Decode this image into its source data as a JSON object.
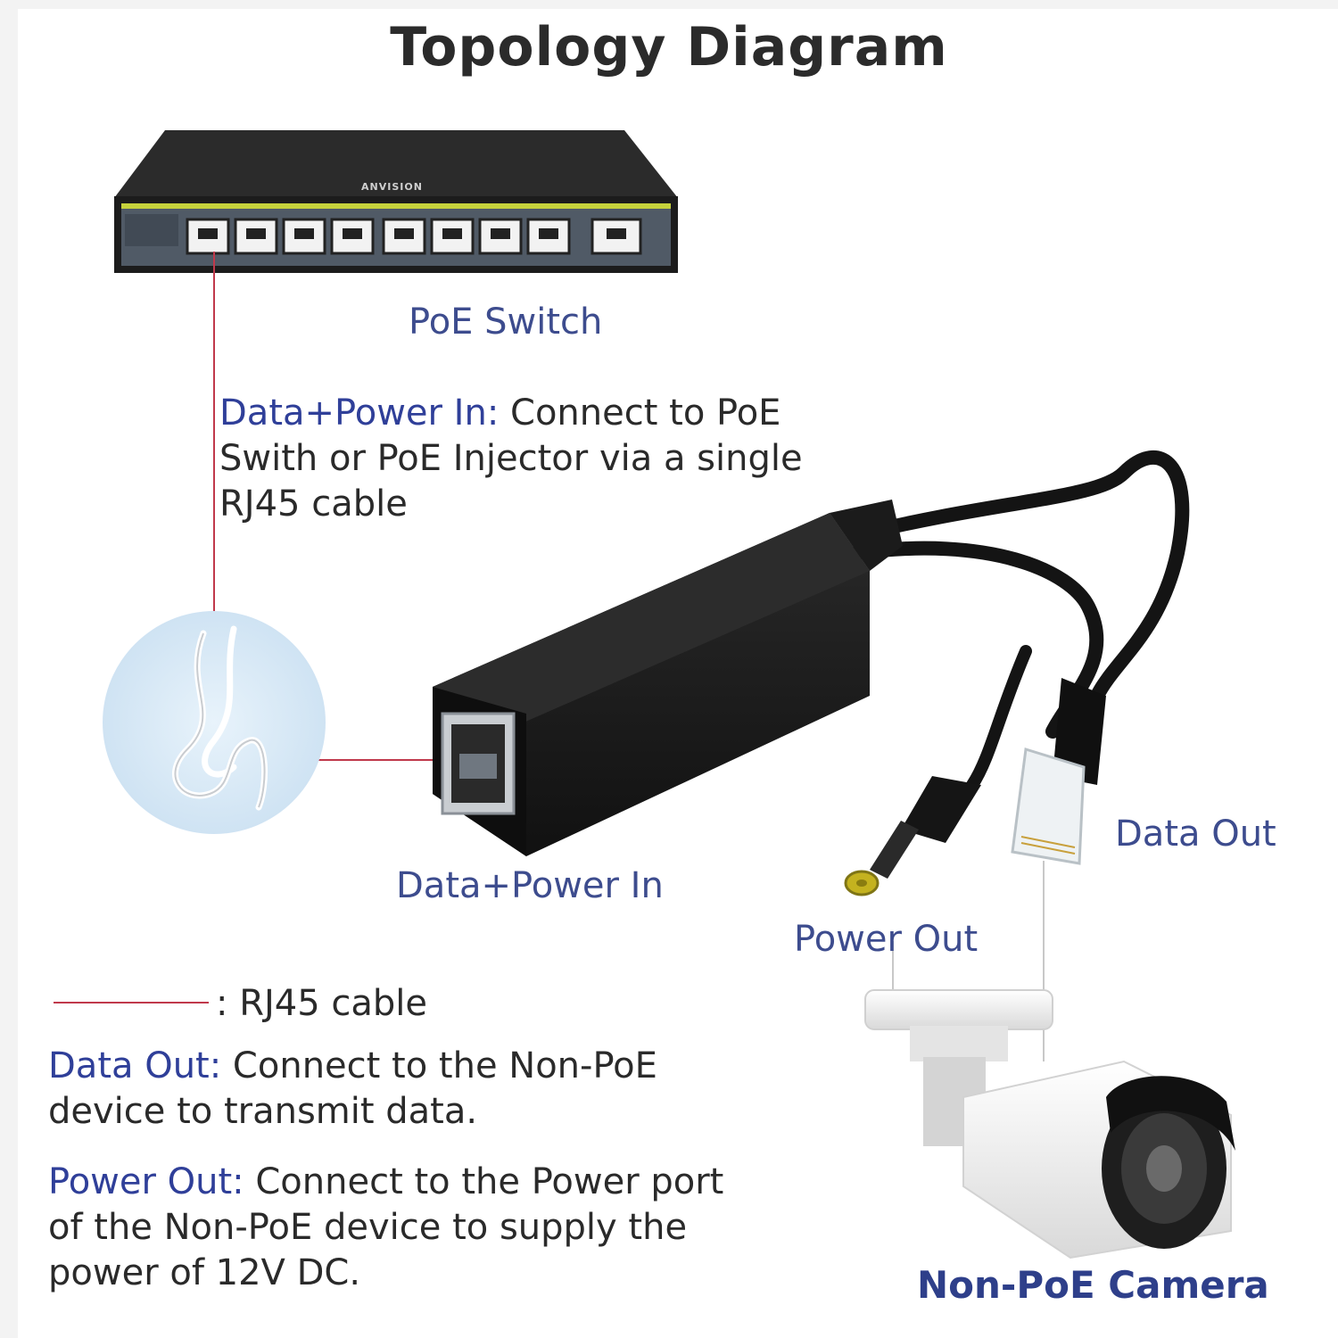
{
  "title": "Topology Diagram",
  "switch": {
    "label": "PoE Switch",
    "brand": "ANVISION"
  },
  "splitter": {
    "in_label": "Data+Power In",
    "in_desc_key": "Data+Power In:",
    "in_desc_text": " Connect to PoE Swith or PoE Injector via a single RJ45 cable",
    "data_out_label": "Data Out",
    "power_out_label": "Power Out"
  },
  "legend": {
    "cable_text": ": RJ45 cable",
    "data_out_key": "Data Out:",
    "data_out_text": " Connect to the Non-PoE device to transmit data.",
    "power_out_key": "Power Out:",
    "power_out_text": " Connect to the Power port of the Non-PoE device to supply the power of 12V DC."
  },
  "camera": {
    "label": "Non-PoE Camera"
  },
  "colors": {
    "label_blue": "#3d4c8e",
    "cable_line": "#c0394b",
    "text_dark": "#2a2a2a"
  }
}
